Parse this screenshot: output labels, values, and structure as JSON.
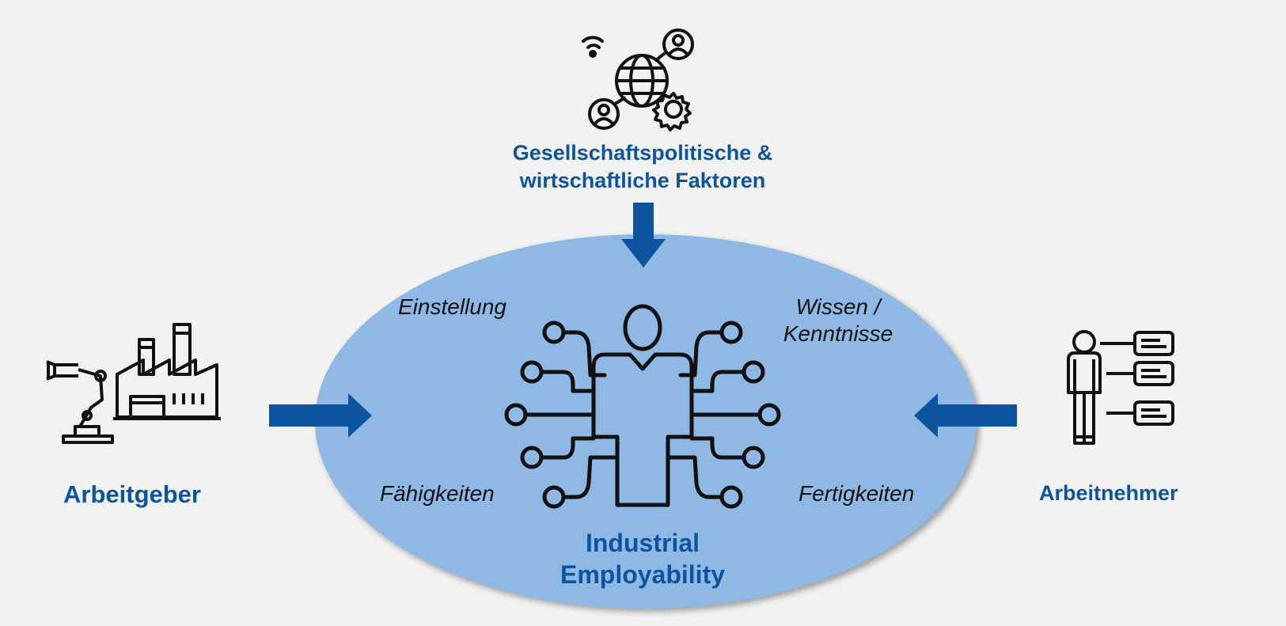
{
  "diagram": {
    "top_label_line1": "Gesellschaftspolitische &",
    "top_label_line2": "wirtschaftliche Faktoren",
    "left_label": "Arbeitgeber",
    "right_label": "Arbeitnehmer",
    "center_label_line1": "Industrial",
    "center_label_line2": "Employability",
    "skills": {
      "top_left": "Einstellung",
      "top_right_line1": "Wissen /",
      "top_right_line2": "Kenntnisse",
      "bottom_left": "Fähigkeiten",
      "bottom_right": "Fertigkeiten"
    },
    "colors": {
      "ellipse": "#8fb9e4",
      "arrow": "#0d54a0",
      "label": "#0d54a0",
      "background": "#f2f2f2"
    },
    "icons": {
      "top": "network-globe-gear-icon",
      "left": "robot-arm-factory-icon",
      "right": "person-checklist-icon",
      "center": "person-circuit-icon"
    }
  }
}
